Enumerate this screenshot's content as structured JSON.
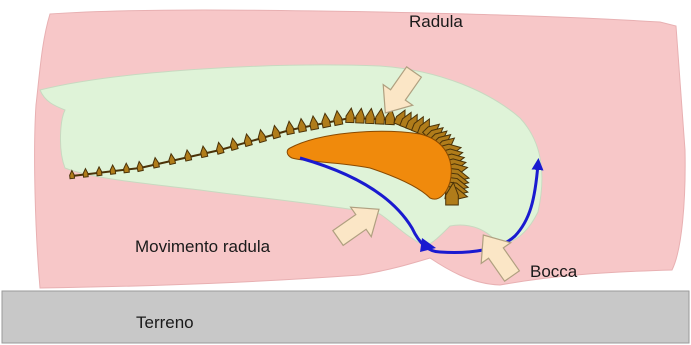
{
  "labels": {
    "radula": "Radula",
    "radula_movement": "Movimento radula",
    "mouth": "Bocca",
    "ground": "Terreno"
  },
  "colors": {
    "body": "#f7c7c8",
    "cavity": "#dff3d8",
    "cavity_edge": "#c8d9c0",
    "teeth": "#b07c1a",
    "teeth_edge": "#4a3208",
    "cartilage": "#f08a0c",
    "movement_arrow": "#1a1ad0",
    "pointer_fill": "#fbe6c6",
    "pointer_edge": "#b0a080",
    "ground": "#c8c8c8",
    "ground_edge": "#9a9a9a"
  }
}
